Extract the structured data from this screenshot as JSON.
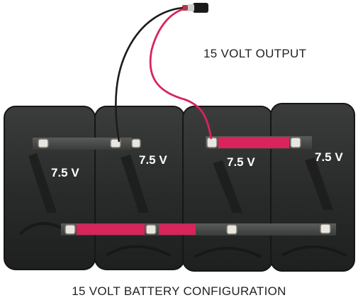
{
  "output_label": "15 VOLT OUTPUT",
  "caption": "15 VOLT BATTERY CONFIGURATION",
  "batteries": [
    {
      "voltage_label": "7.5 V"
    },
    {
      "voltage_label": "7.5 V"
    },
    {
      "voltage_label": "7.5 V"
    },
    {
      "voltage_label": "7.5 V"
    }
  ],
  "colors": {
    "battery_body": "#2a2c2b",
    "battery_edge": "#151615",
    "strap": "#4a4c4b",
    "red_wire": "#d8245a",
    "black_wire": "#1c1c1c",
    "terminal": "#e8e6df",
    "background": "#ffffff"
  }
}
